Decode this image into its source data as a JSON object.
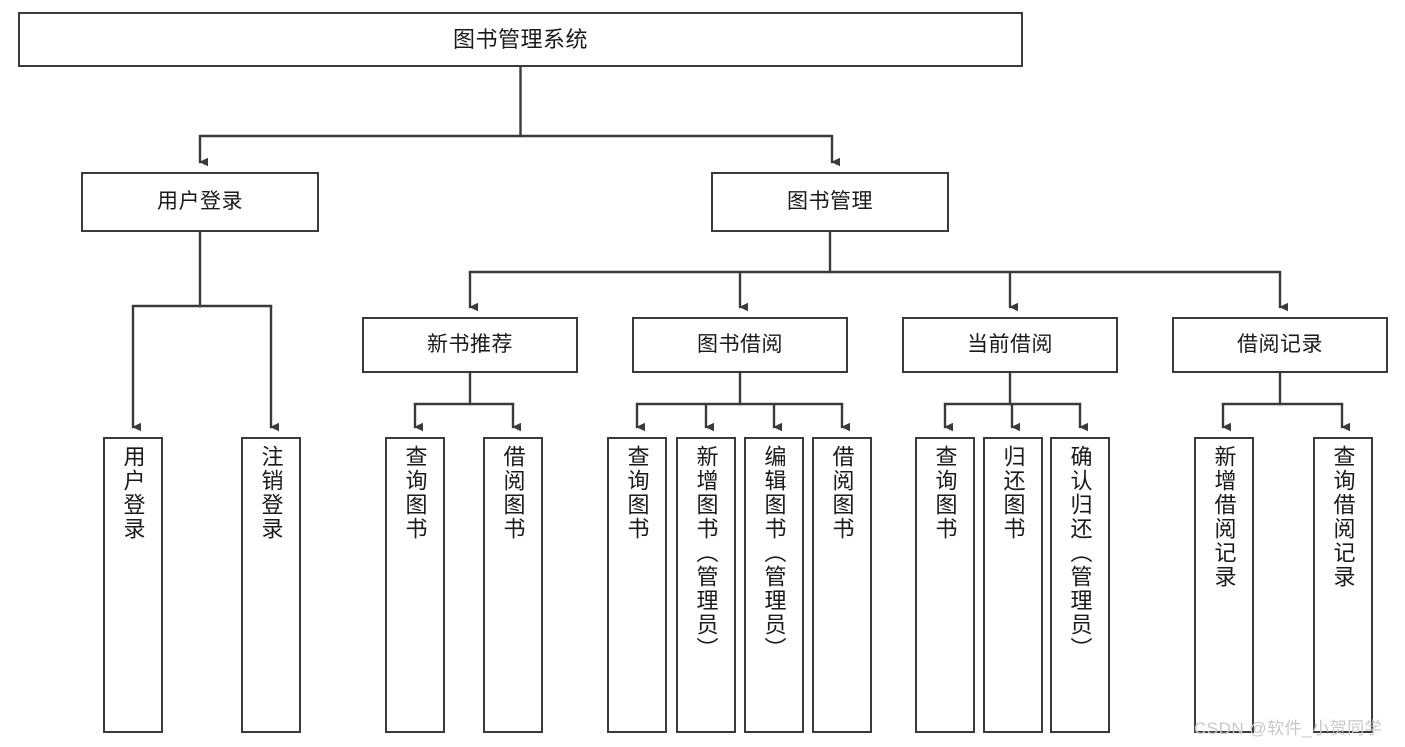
{
  "diagram": {
    "type": "tree-hierarchy",
    "title": "图书管理系统",
    "orientation": "top-down",
    "stroke_color": "#3a3a3a",
    "background_color": "#ffffff",
    "text_color": "#1a1a1a"
  },
  "levels": {
    "root": {
      "label": "图书管理系统"
    },
    "level2": [
      {
        "id": "user-login",
        "label": "用户登录"
      },
      {
        "id": "book-manage",
        "label": "图书管理"
      }
    ],
    "level3": [
      {
        "id": "new-book-recommend",
        "label": "新书推荐"
      },
      {
        "id": "book-borrow",
        "label": "图书借阅"
      },
      {
        "id": "current-borrow",
        "label": "当前借阅"
      },
      {
        "id": "borrow-record",
        "label": "借阅记录"
      }
    ],
    "leaves": {
      "user_login": [
        {
          "id": "leaf-user-login",
          "label": "用户登录"
        },
        {
          "id": "leaf-logout-login",
          "label": "注销登录"
        }
      ],
      "new_book_recommend": [
        {
          "id": "leaf-query-book-1",
          "label": "查询图书"
        },
        {
          "id": "leaf-borrow-book-1",
          "label": "借阅图书"
        }
      ],
      "book_borrow": [
        {
          "id": "leaf-query-book-2",
          "label": "查询图书"
        },
        {
          "id": "leaf-add-book",
          "label": "新增图书（管理员）"
        },
        {
          "id": "leaf-edit-book",
          "label": "编辑图书（管理员）"
        },
        {
          "id": "leaf-borrow-book-2",
          "label": "借阅图书"
        }
      ],
      "current_borrow": [
        {
          "id": "leaf-query-book-3",
          "label": "查询图书"
        },
        {
          "id": "leaf-return-book",
          "label": "归还图书"
        },
        {
          "id": "leaf-confirm-return",
          "label": "确认归还（管理员）"
        }
      ],
      "borrow_record": [
        {
          "id": "leaf-add-record",
          "label": "新增借阅记录"
        },
        {
          "id": "leaf-query-record",
          "label": "查询借阅记录"
        }
      ]
    }
  },
  "watermark": {
    "text": "CSDN @软件_小贺同学"
  }
}
